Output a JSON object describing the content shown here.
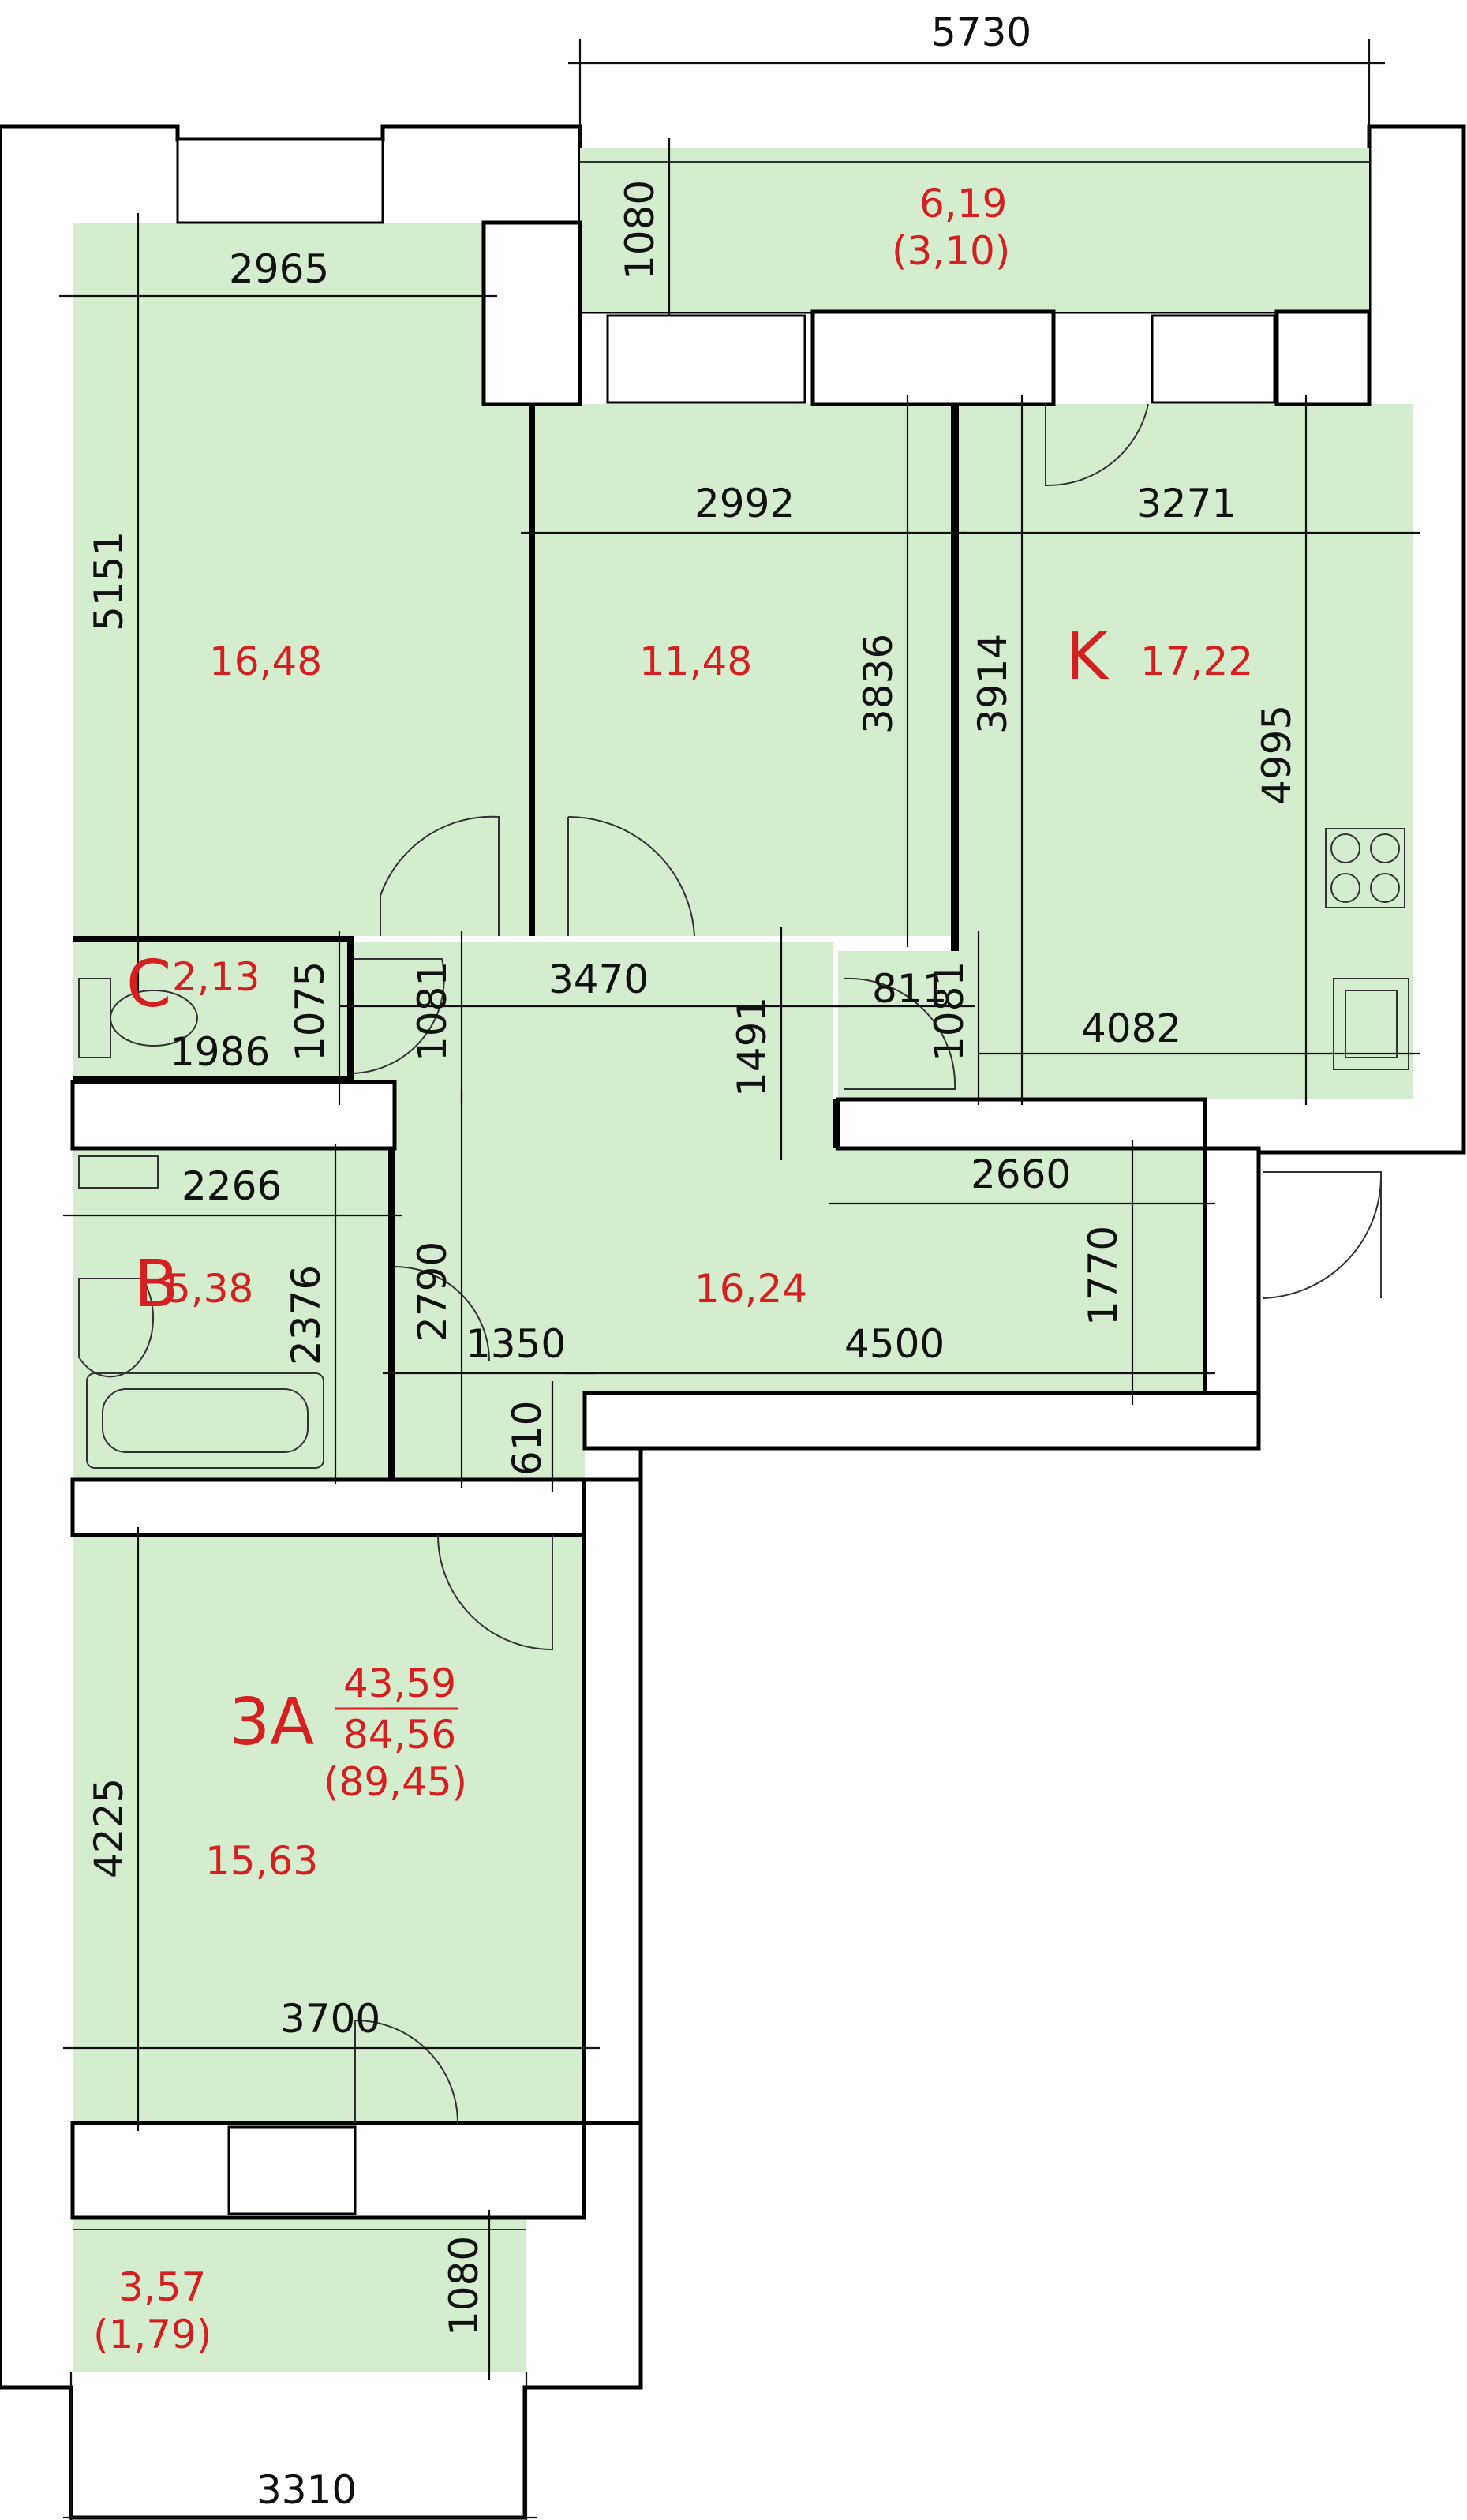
{
  "apartment": {
    "label": "3A",
    "living_area": "43,59",
    "total_area": "84,56",
    "total_with_balconies": "(89,45)"
  },
  "rooms": {
    "bedroom_nw": {
      "area": "16,48"
    },
    "bedroom_n": {
      "area": "11,48"
    },
    "kitchen": {
      "letter": "K",
      "area": "17,22"
    },
    "toilet": {
      "letter": "C",
      "area": "2,13"
    },
    "bathroom": {
      "letter": "B",
      "area": "5,38"
    },
    "hall": {
      "area": "16,24"
    },
    "bedroom_s": {
      "area": "15,63"
    },
    "balcony_north": {
      "area": "6,19",
      "reduced": "(3,10)"
    },
    "balcony_south": {
      "area": "3,57",
      "reduced": "(1,79)"
    }
  },
  "dimensions": {
    "d5730": "5730",
    "d1080a": "1080",
    "d2965": "2965",
    "d5151": "5151",
    "d2992": "2992",
    "d3271": "3271",
    "d3836": "3836",
    "d3914": "3914",
    "d4995": "4995",
    "d3470": "3470",
    "d811": "811",
    "d1081a": "1081",
    "d1081b": "1081",
    "d4082": "4082",
    "d1491": "1491",
    "d1075": "1075",
    "d1986": "1986",
    "d2266": "2266",
    "d2376": "2376",
    "d2660": "2660",
    "d1770": "1770",
    "d2790": "2790",
    "d1350": "1350",
    "d4500": "4500",
    "d610": "610",
    "d4225": "4225",
    "d3700": "3700",
    "d1080b": "1080",
    "d3310": "3310"
  },
  "colors": {
    "room_fill": "#d4edce",
    "area_text": "#d42020",
    "wall": "#000000"
  }
}
